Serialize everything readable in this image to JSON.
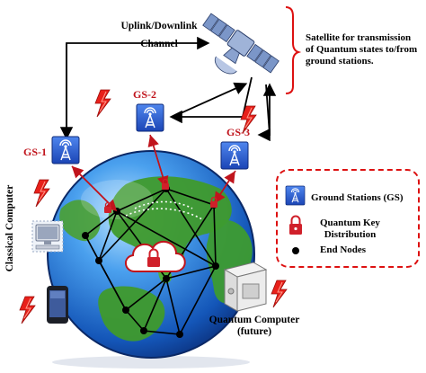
{
  "labels": {
    "uplink_line1": "Uplink/Downlink",
    "uplink_line2": "Channel",
    "satellite_line1": "Satellite for transmission",
    "satellite_line2": "of Quantum states to/from",
    "satellite_line3": "ground stations.",
    "gs1": "GS-1",
    "gs2": "GS-2",
    "gs3": "GS-3",
    "classical_computer": "Classical Computer",
    "quantum_computer_line1": "Quantum Computer",
    "quantum_computer_line2": "(future)"
  },
  "legend": {
    "ground_stations": "Ground Stations (GS)",
    "qkd_line1": "Quantum Key",
    "qkd_line2": "Distribution",
    "end_nodes": "End Nodes"
  },
  "colors": {
    "accent_red": "#c0141c",
    "station_blue": "#2a5bd6",
    "globe_ocean": "#1f6fd0",
    "land_green": "#3f9a2c",
    "lightning": "#e8201a"
  }
}
